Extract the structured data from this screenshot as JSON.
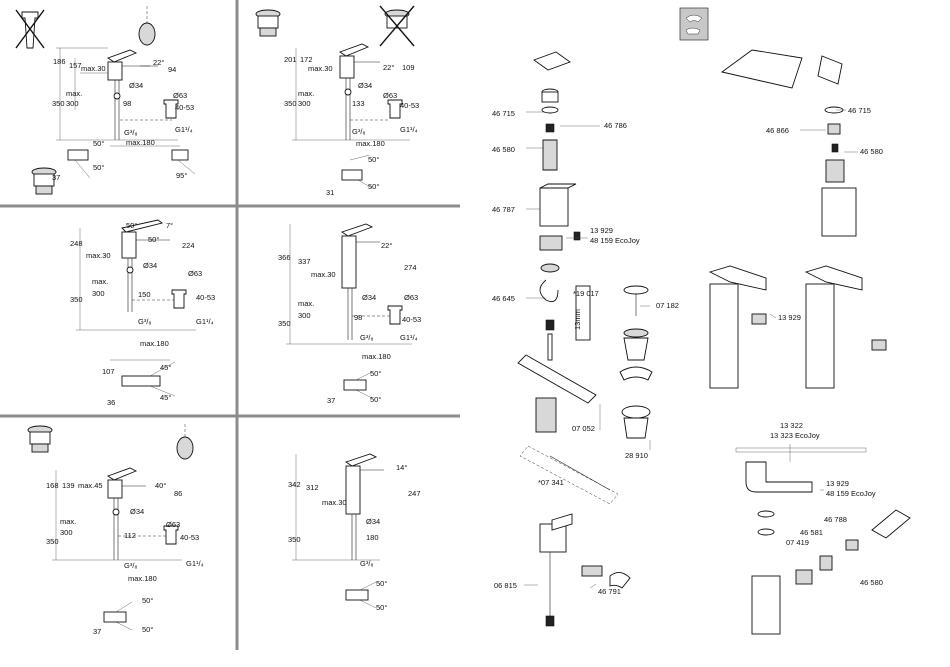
{
  "colors": {
    "divider": "#8c8c8c",
    "line": "#222222",
    "fill_grey": "#d8d8d8"
  },
  "icons": [
    "no-waste-icon",
    "drain-plug-icon",
    "chain-plug-icon",
    "faucet-icon"
  ],
  "panel1": {
    "d186": "186",
    "d157": "157",
    "max30": "max.30",
    "a22": "22°",
    "d94": "94",
    "max": "max.",
    "d300": "300",
    "d350": "350",
    "d34": "Ø34",
    "d98": "98",
    "d63": "Ø63",
    "d4053": "40-53",
    "g38": "G³/₈",
    "g114": "G1¹/₄",
    "max180": "max.180",
    "a50": "50°",
    "a50b": "50°",
    "d37": "37",
    "a95": "95°"
  },
  "panel2": {
    "d201": "201",
    "d172": "172",
    "max30": "max.30",
    "a22": "22°",
    "d109": "109",
    "max": "max.",
    "d300": "300",
    "d350": "350",
    "d34": "Ø34",
    "d63": "Ø63",
    "d133": "133",
    "d4053": "40-53",
    "g38": "G³/₈",
    "g114": "G1¹/₄",
    "max180": "max.180",
    "a50": "50°",
    "a50b": "50°",
    "d31": "31"
  },
  "panel3": {
    "d248": "248",
    "a50": "50°",
    "a7": "7°",
    "a50b": "50°",
    "d224": "224",
    "max30": "max.30",
    "d34": "Ø34",
    "d63": "Ø63",
    "max": "max.",
    "d300": "300",
    "d350": "350",
    "d150": "150",
    "d4053": "40-53",
    "g38": "G³/₈",
    "g114": "G1¹/₄",
    "max180": "max.180",
    "d107": "107",
    "a45": "45°",
    "a45b": "45°",
    "d36": "36"
  },
  "panel4": {
    "d366": "366",
    "d337": "337",
    "a22": "22°",
    "d274": "274",
    "max30": "max.30",
    "d34": "Ø34",
    "d63": "Ø63",
    "max": "max.",
    "d300": "300",
    "d350": "350",
    "d98": "98",
    "d4053": "40-53",
    "g38": "G³/₈",
    "g114": "G1¹/₄",
    "max180": "max.180",
    "a50": "50°",
    "a50b": "50°",
    "d37": "37"
  },
  "panel5": {
    "d168": "168",
    "d139": "139",
    "max45": "max.45",
    "a40": "40°",
    "d86": "86",
    "d34": "Ø34",
    "d63": "Ø63",
    "max": "max.",
    "d300": "300",
    "d350": "350",
    "d112": "112",
    "d4053": "40-53",
    "g38": "G³/₈",
    "g114": "G1¹/₄",
    "max180": "max.180",
    "a50": "50°",
    "a50b": "50°",
    "d37": "37"
  },
  "panel6": {
    "d342": "342",
    "d312": "312",
    "a14": "14°",
    "d247": "247",
    "max30": "max.30",
    "d34": "Ø34",
    "d350": "350",
    "d180": "180",
    "g38": "G³/₈",
    "a50": "50°",
    "a50b": "50°"
  },
  "parts": {
    "p46715a": "46 715",
    "p46786": "46 786",
    "p46580a": "46 580",
    "p46787": "46 787",
    "p13929a": "13 929",
    "p48159a": "48 159  EcoJoy",
    "p46645": "46 645",
    "p19017": "*19 017",
    "p07182": "07 182",
    "p07052": "07 052",
    "p28910": "28 910",
    "p07341": "*07 341",
    "p46715b": "46 715",
    "p46866": "46 866",
    "p46580b": "46 580",
    "p13929b": "13 929",
    "p13322": "13 322",
    "p13323": "13 323  EcoJoy",
    "p13929c": "13 929",
    "p48159b": "48 159  EcoJoy",
    "p46788": "46 788",
    "p46581": "46 581",
    "p07419": "07 419",
    "p46580c": "46 580",
    "p06815": "06 815",
    "p46791": "46 791",
    "p13mm": "13mm"
  }
}
